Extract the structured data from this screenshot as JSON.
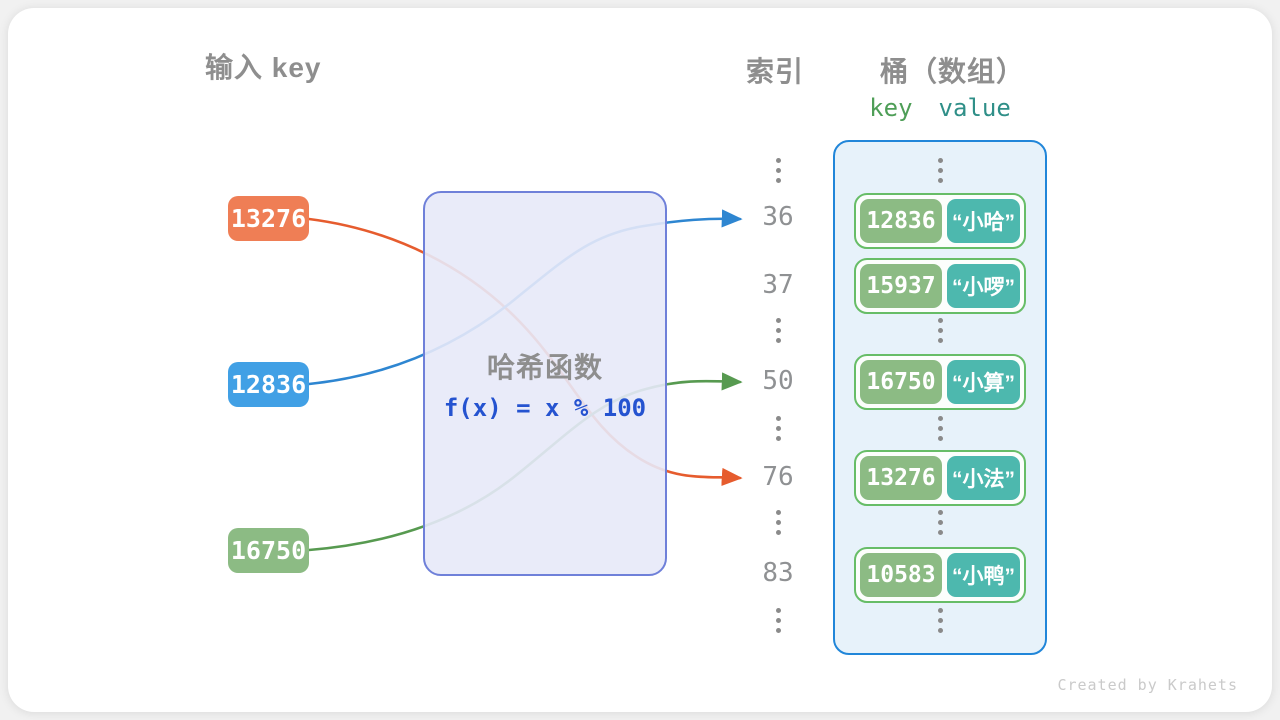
{
  "headers": {
    "input_key": "输入 key",
    "index": "索引",
    "bucket": "桶（数组）",
    "key_label": "key",
    "value_label": "value"
  },
  "hash_function": {
    "title": "哈希函数",
    "formula": "f(x) = x % 100"
  },
  "input_keys": [
    {
      "value": "13276",
      "color": "#ef7e55"
    },
    {
      "value": "12836",
      "color": "#41a0e5"
    },
    {
      "value": "16750",
      "color": "#8cbb84"
    }
  ],
  "indices": [
    "36",
    "37",
    "50",
    "76",
    "83"
  ],
  "bucket_entries": [
    {
      "key": "12836",
      "value": "“小哈”"
    },
    {
      "key": "15937",
      "value": "“小啰”"
    },
    {
      "key": "16750",
      "value": "“小算”"
    },
    {
      "key": "13276",
      "value": "“小法”"
    },
    {
      "key": "10583",
      "value": "“小鸭”"
    }
  ],
  "arrows": [
    {
      "from": "13276",
      "to_index": "76",
      "color": "#e65c2e"
    },
    {
      "from": "12836",
      "to_index": "36",
      "color": "#2e86d1"
    },
    {
      "from": "16750",
      "to_index": "50",
      "color": "#579a50"
    }
  ],
  "colors": {
    "hash_box_fill": "#e7e9f8",
    "hash_box_border": "#6f80d9",
    "formula_text": "#2553d0",
    "bucket_fill": "#e7f2fa",
    "bucket_border": "#2186d9",
    "entry_border": "#67bd67",
    "entry_key_fill": "#8cbb84",
    "entry_value_fill": "#4db8ae",
    "heading_gray": "#8e8e8e"
  },
  "watermark": "Created by Krahets"
}
